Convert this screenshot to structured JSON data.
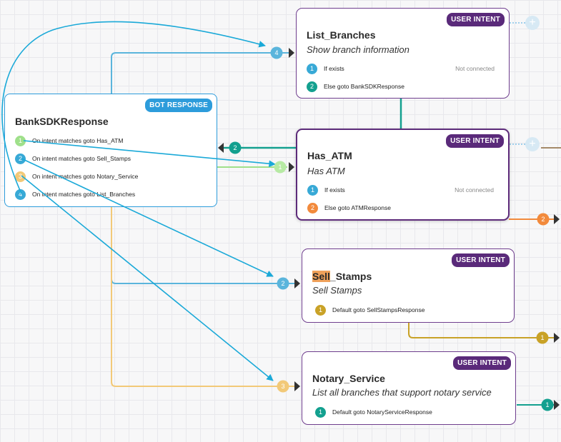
{
  "colors": {
    "blue": "#38a9d6",
    "wire_blue": "#1aa9d8",
    "lightgreen": "#9fe08a",
    "yellow": "#f2c978",
    "teal": "#13a08f",
    "orange": "#f28a3c",
    "gold": "#c9a227",
    "intent_purple": "#5a2a7a",
    "bot_blue": "#2d9cdb"
  },
  "nodes": {
    "bank_sdk": {
      "badge": "BOT RESPONSE",
      "title": "BankSDKResponse",
      "rows": [
        {
          "num": "1",
          "label": "On intent matches goto Has_ATM"
        },
        {
          "num": "2",
          "label": "On intent matches goto Sell_Stamps"
        },
        {
          "num": "3",
          "label": "On intent matches goto Notary_Service"
        },
        {
          "num": "4",
          "label": "On intent matches goto List_Branches"
        }
      ]
    },
    "list_branches": {
      "badge": "USER INTENT",
      "title": "List_Branches",
      "subtitle": "Show branch information",
      "rows": [
        {
          "num": "1",
          "label": "If exists",
          "status": "Not connected"
        },
        {
          "num": "2",
          "label": "Else goto BankSDKResponse"
        }
      ]
    },
    "has_atm": {
      "badge": "USER INTENT",
      "title": "Has_ATM",
      "subtitle": "Has ATM",
      "rows": [
        {
          "num": "1",
          "label": "If exists",
          "status": "Not connected"
        },
        {
          "num": "2",
          "label": "Else goto ATMResponse"
        }
      ]
    },
    "sell_stamps": {
      "badge": "USER INTENT",
      "title_highlight": "Sell",
      "title_rest": "_Stamps",
      "subtitle": "Sell Stamps",
      "rows": [
        {
          "num": "1",
          "label": "Default goto SellStampsResponse"
        }
      ]
    },
    "notary_service": {
      "badge": "USER INTENT",
      "title": "Notary_Service",
      "subtitle": "List all branches that support notary service",
      "rows": [
        {
          "num": "1",
          "label": "Default goto NotaryServiceResponse"
        }
      ]
    }
  },
  "add_buttons": {
    "symbol": "+"
  },
  "edge_labels": {
    "to_list_branches": "4",
    "to_has_atm": "1",
    "to_sell_stamps": "2",
    "to_notary": "3",
    "has_atm_back": "2",
    "has_atm_out": "2",
    "sell_out": "1",
    "notary_out": "1"
  }
}
